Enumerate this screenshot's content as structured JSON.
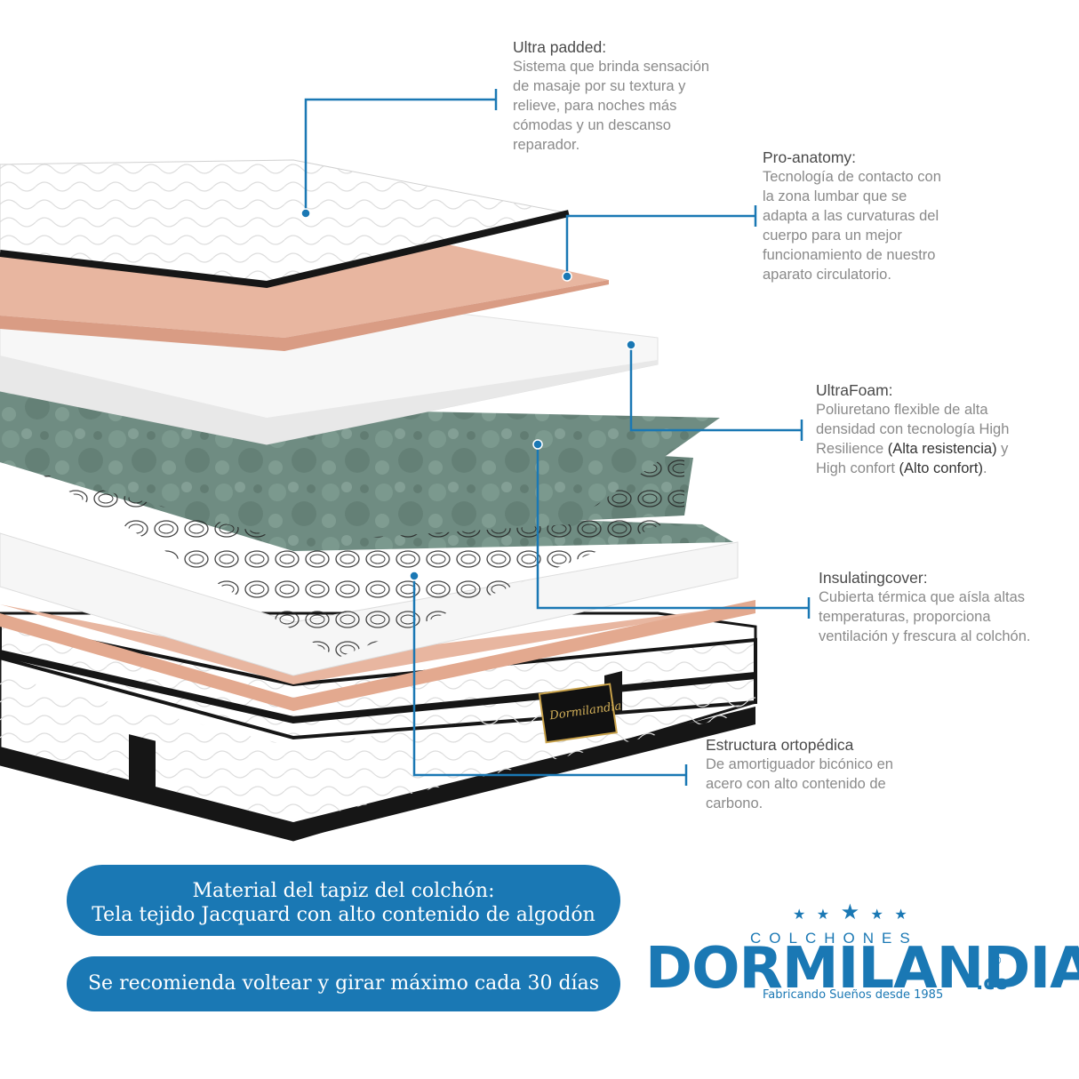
{
  "callouts": {
    "ultra_padded": {
      "title": "Ultra padded:",
      "lines": [
        "Sistema que brinda sensación",
        "de masaje por su textura y",
        "relieve, para noches más",
        "cómodas y un descanso",
        "reparador."
      ]
    },
    "pro_anatomy": {
      "title": "Pro-anatomy:",
      "lines": [
        "Tecnología de contacto con",
        "la zona lumbar que se",
        "adapta a las curvaturas del",
        "cuerpo para un mejor",
        "funcionamiento de nuestro",
        "aparato circulatorio."
      ]
    },
    "ultrafoam": {
      "title": "UltraFoam:",
      "line1": "Poliuretano flexible de alta",
      "line2": "densidad con tecnología High",
      "line3_a": "Resilience ",
      "line3_b": "(Alta resistencia)",
      "line3_c": " y",
      "line4_a": "High confort ",
      "line4_b": "(Alto confort)",
      "line4_c": "."
    },
    "insulating": {
      "title": "Insulatingcover:",
      "lines": [
        "Cubierta térmica que aísla altas",
        "temperaturas, proporciona",
        "ventilación y frescura al colchón."
      ]
    },
    "estructura": {
      "title": "Estructura ortopédica",
      "lines": [
        "De amortiguador bicónico en",
        "acero con alto contenido de",
        "carbono."
      ]
    }
  },
  "label_tag": {
    "brand": "Dormilandia"
  },
  "pills": {
    "material": {
      "line1": "Material del tapiz del colchón:",
      "line2": "Tela tejido Jacquard con alto contenido de algodón"
    },
    "recomendacion": {
      "line1": "Se recomienda voltear y girar máximo cada 30 días"
    }
  },
  "logo": {
    "colchones": "COLCHONES",
    "brand": "DORMILANDIA",
    "suffix": ".co",
    "registered": "®",
    "tagline": "Fabricando Sueños desde 1985"
  },
  "colors": {
    "accent_blue": "#1a78b4",
    "foam_pink": "#e8b6a0",
    "foam_green": "#6e8a80",
    "border_black": "#161616"
  }
}
